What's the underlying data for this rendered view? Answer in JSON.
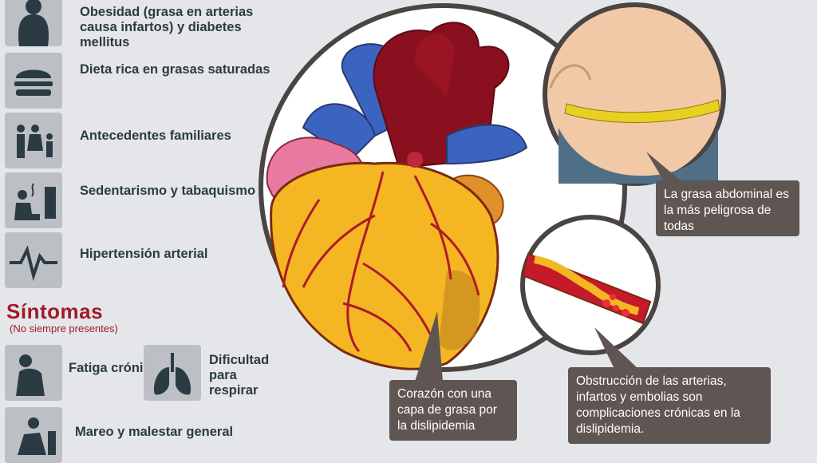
{
  "risk_factors": [
    {
      "label": "Obesidad (grasa en arterias causa infartos) y diabetes mellitus",
      "icon": "obese-person-icon"
    },
    {
      "label": "Dieta rica en grasas saturadas",
      "icon": "burger-icon"
    },
    {
      "label": "Antecedentes familiares",
      "icon": "family-icon"
    },
    {
      "label": "Sedentarismo y tabaquismo",
      "icon": "smoker-tv-icon"
    },
    {
      "label": "Hipertensión arterial",
      "icon": "heartbeat-icon"
    }
  ],
  "symptoms": {
    "title": "Síntomas",
    "subtitle": "(No siempre presentes)",
    "items": [
      {
        "label": "Fatiga crónica",
        "icon": "tired-person-icon"
      },
      {
        "label": "Dificultad para respirar",
        "icon": "lungs-icon"
      },
      {
        "label": "Mareo y malestar general",
        "icon": "dizzy-person-icon"
      }
    ]
  },
  "callouts": {
    "abdominal": "La grasa abdominal es la más peligrosa de todas",
    "arteries": "Obstrucción de las arterias, infartos y embolias son complicaciones crónicas en la dislipidemia.",
    "heart": "Corazón con una capa de grasa por la dislipidemia"
  },
  "colors": {
    "icon_bg": "#bcc0c4",
    "icon_fg": "#2a3b44",
    "accent_red": "#a0192c",
    "callout_bg": "#5f5553",
    "heart_fat": "#f4b623",
    "heart_dark": "#8a1020",
    "vessel_blue": "#3b64c0"
  }
}
